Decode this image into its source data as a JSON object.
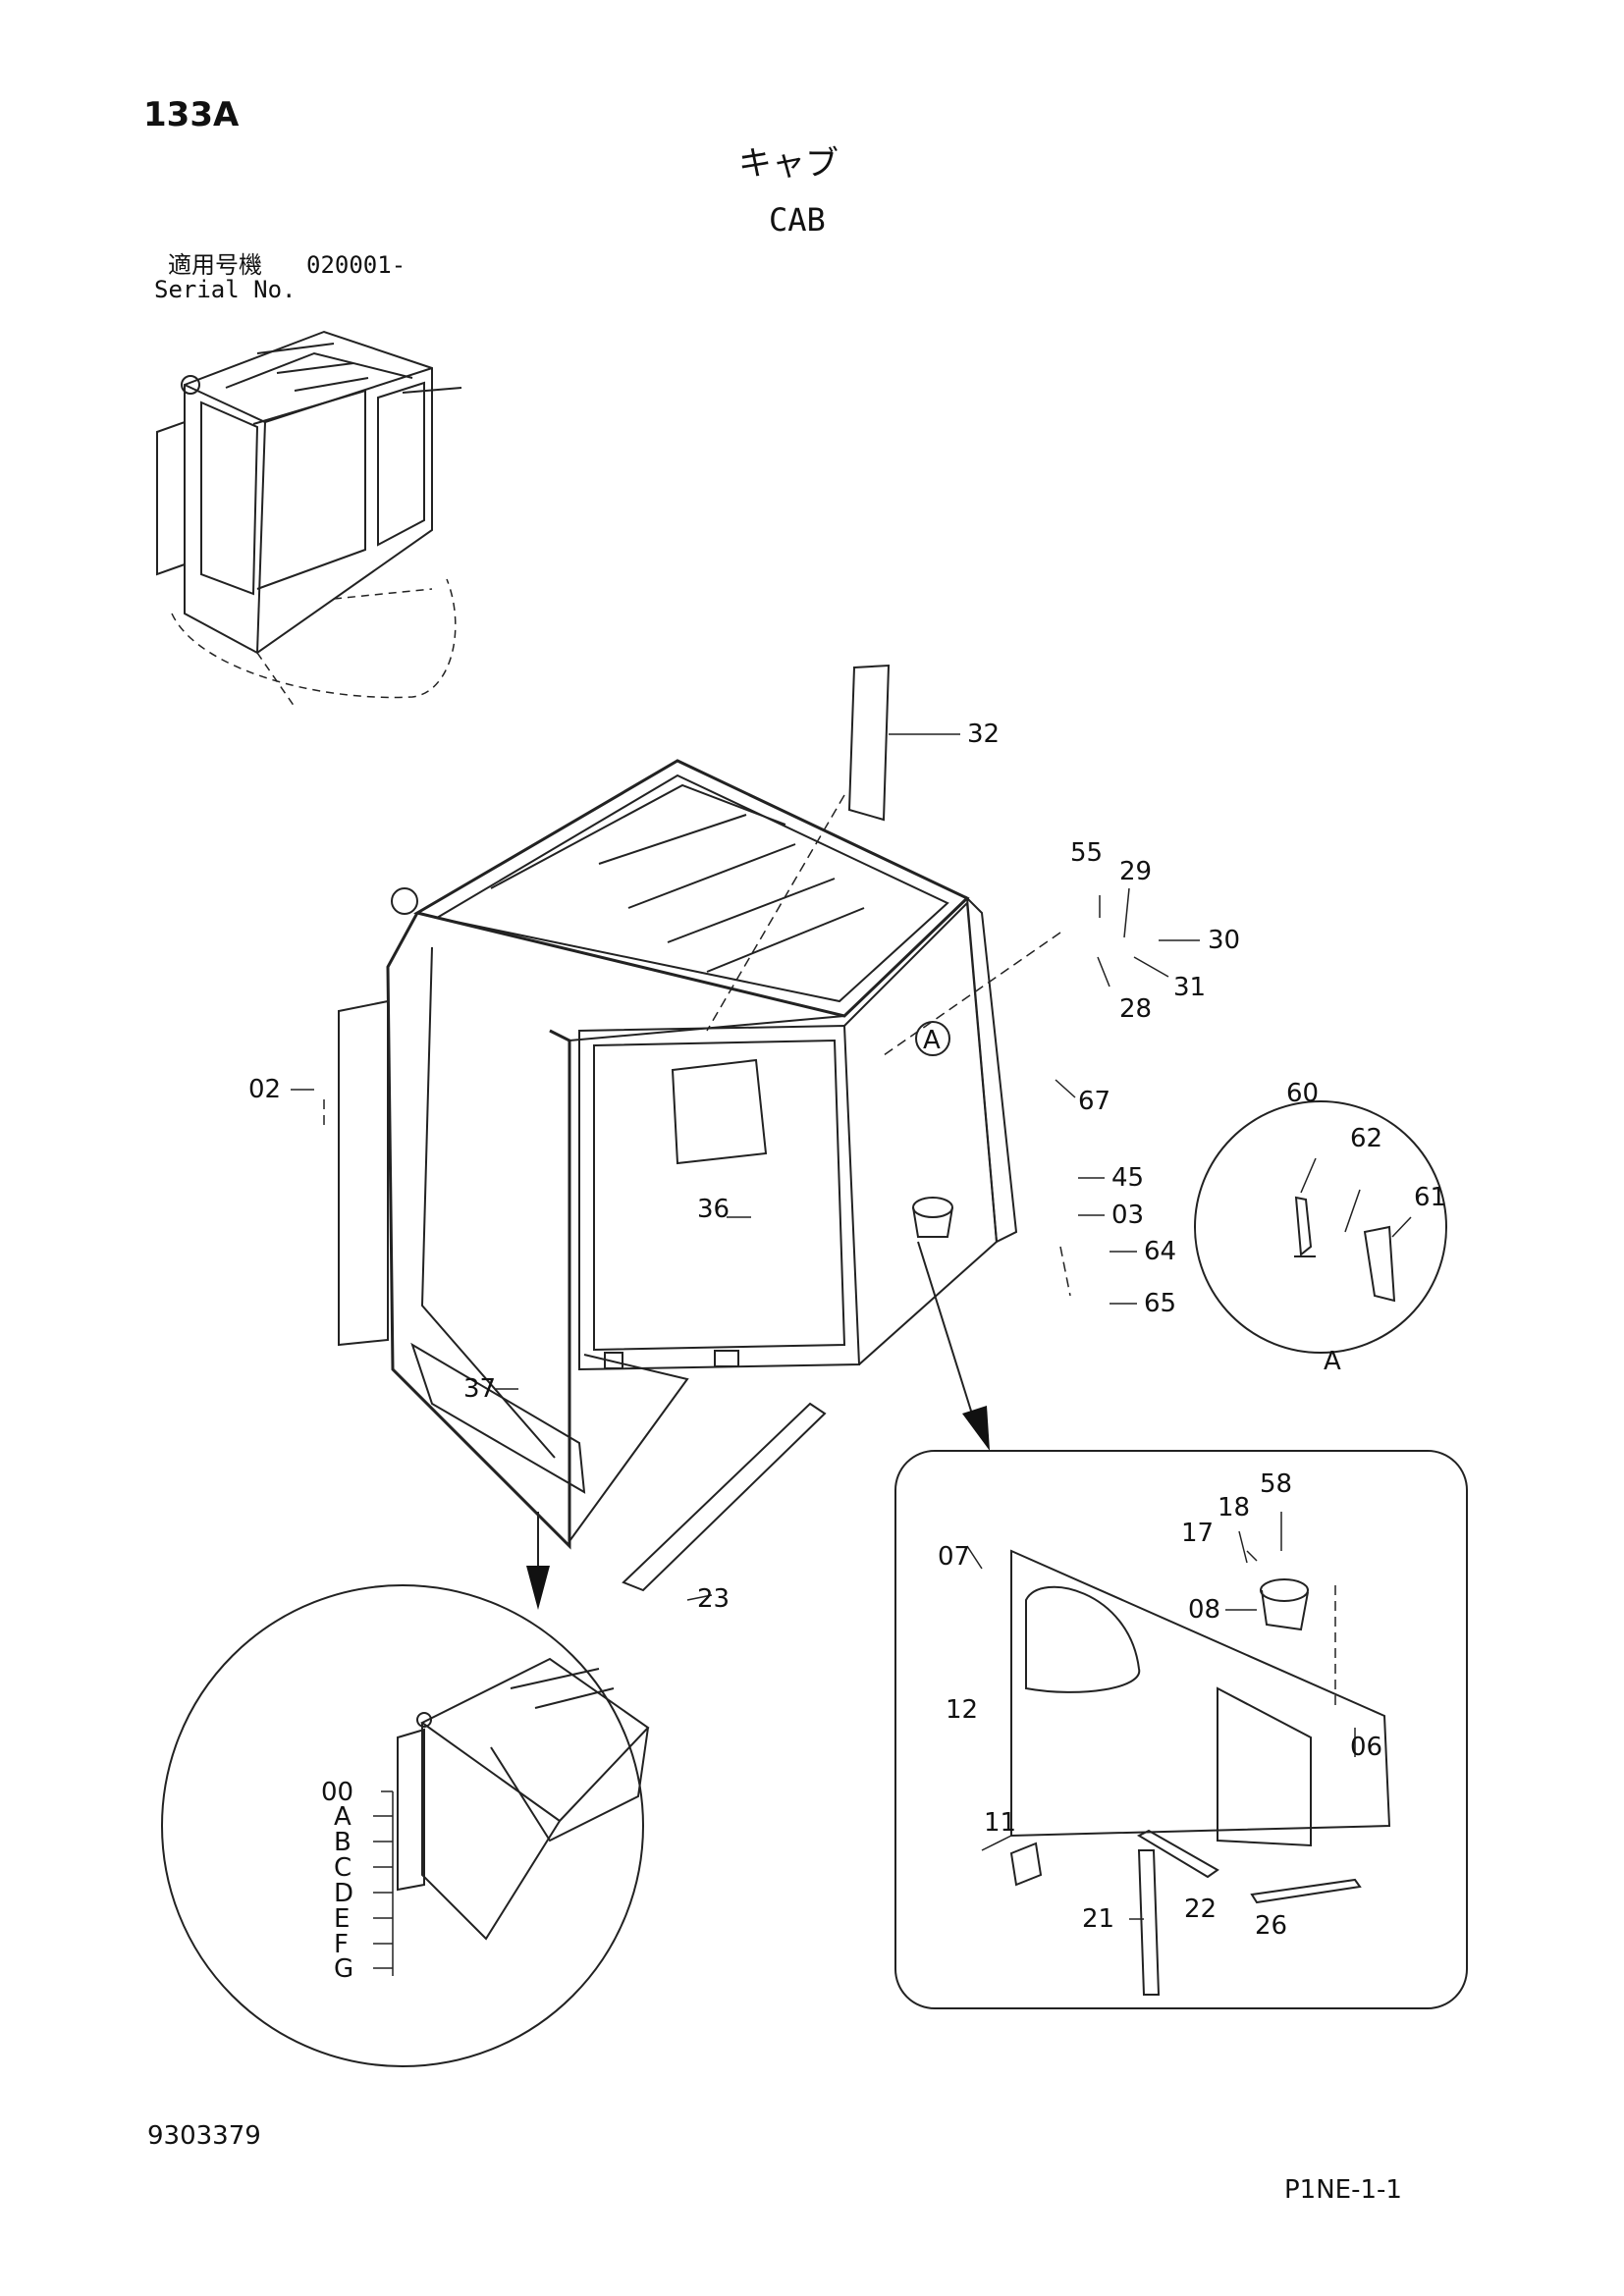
{
  "header": {
    "page_id": "133A",
    "title_jp": "キャブ",
    "title_en": "CAB",
    "serial_label_jp": "適用号機",
    "serial_number": "020001-",
    "serial_label_en": "Serial No."
  },
  "detail_labels": {
    "view_a_marker": "A",
    "view_a_caption": "A"
  },
  "callouts": {
    "c32": "32",
    "c55": "55",
    "c29": "29",
    "c30": "30",
    "c31": "31",
    "c28": "28",
    "c02": "02",
    "c67": "67",
    "c45": "45",
    "c03": "03",
    "c36": "36",
    "c64": "64",
    "c65": "65",
    "c37": "37",
    "c23": "23",
    "c60": "60",
    "c62": "62",
    "c61": "61",
    "c58": "58",
    "c18": "18",
    "c17": "17",
    "c07": "07",
    "c08": "08",
    "c06": "06",
    "c12": "12",
    "c11": "11",
    "c22": "22",
    "c21": "21",
    "c26": "26"
  },
  "variant_list": [
    "00",
    "A",
    "B",
    "C",
    "D",
    "E",
    "F",
    "G"
  ],
  "footer": {
    "doc_number": "9303379",
    "page_code": "P1NE-1-1"
  }
}
